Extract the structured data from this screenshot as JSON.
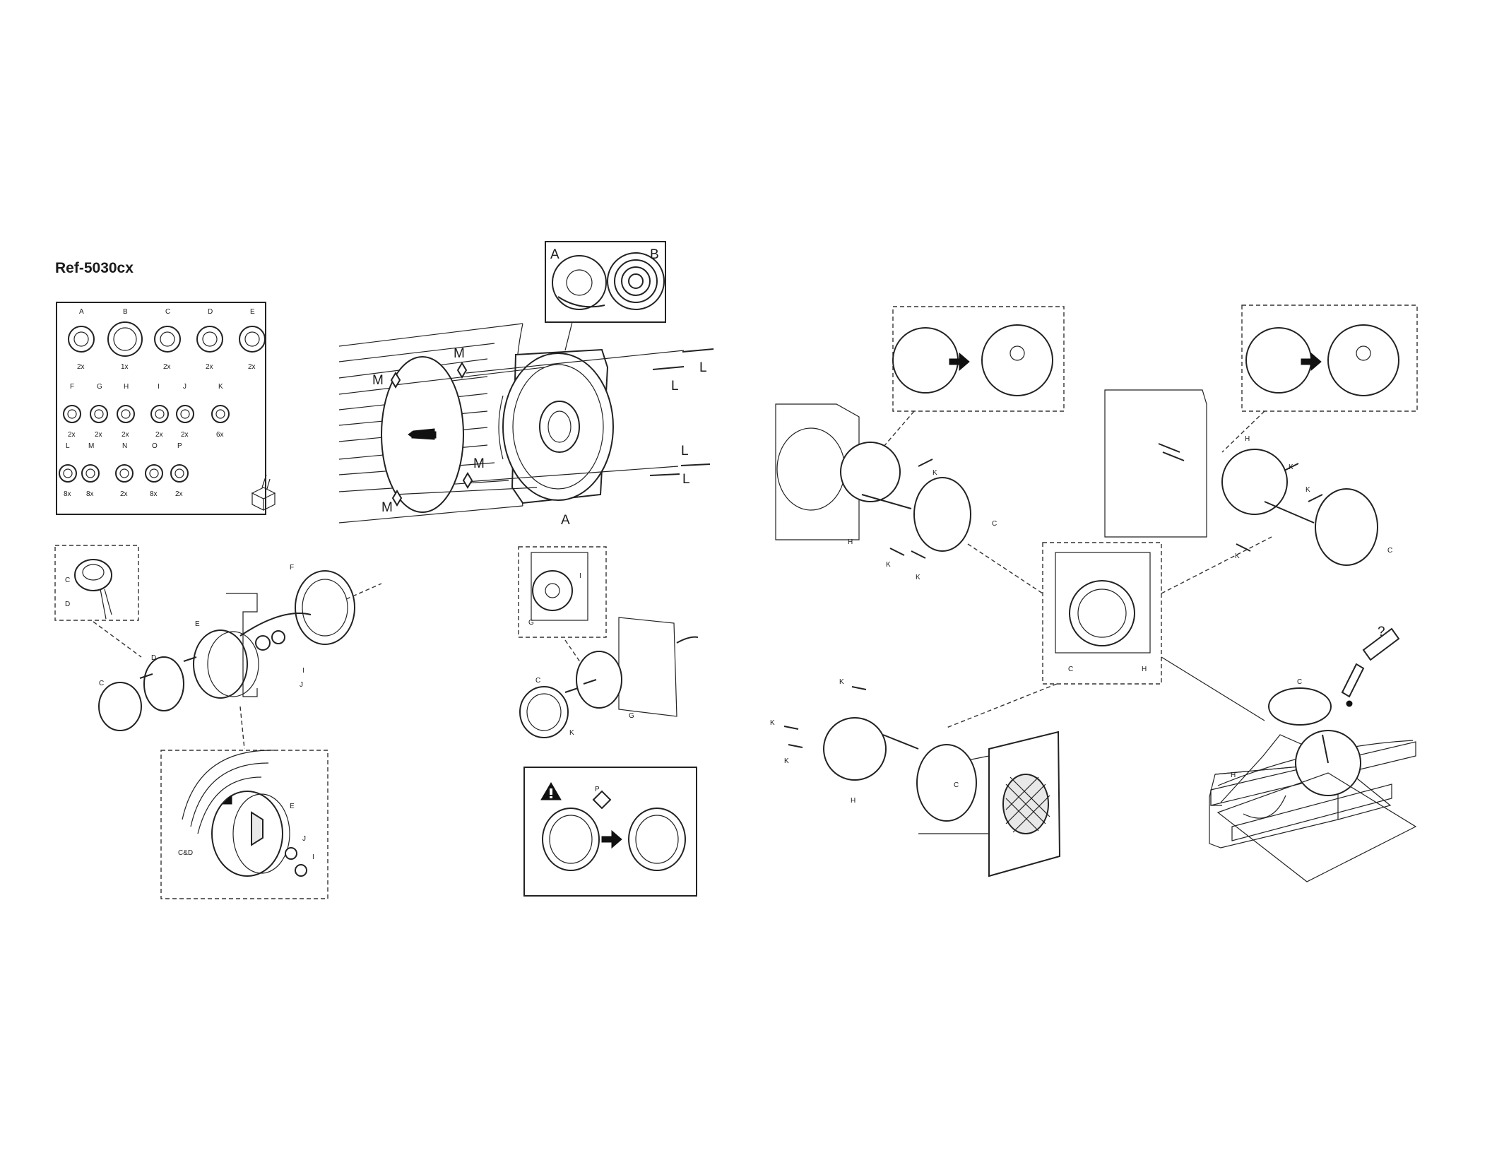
{
  "title": "Ref-5030cx",
  "parts": [
    {
      "letter": "A",
      "qty": "2x"
    },
    {
      "letter": "B",
      "qty": "1x"
    },
    {
      "letter": "C",
      "qty": "2x"
    },
    {
      "letter": "D",
      "qty": "2x"
    },
    {
      "letter": "E",
      "qty": "2x"
    },
    {
      "letter": "F",
      "qty": "2x"
    },
    {
      "letter": "G",
      "qty": "2x"
    },
    {
      "letter": "H",
      "qty": "2x"
    },
    {
      "letter": "I",
      "qty": "2x"
    },
    {
      "letter": "J",
      "qty": "2x"
    },
    {
      "letter": "K",
      "qty": "6x"
    },
    {
      "letter": "L",
      "qty": "8x"
    },
    {
      "letter": "M",
      "qty": "8x"
    },
    {
      "letter": "N",
      "qty": "2x"
    },
    {
      "letter": "O",
      "qty": "8x"
    },
    {
      "letter": "P",
      "qty": "2x"
    }
  ],
  "labels": {
    "A": "A",
    "B": "B",
    "C": "C",
    "D": "D",
    "E": "E",
    "F": "F",
    "G": "G",
    "H": "H",
    "I": "I",
    "J": "J",
    "K": "K",
    "L": "L",
    "M": "M",
    "P": "P",
    "CD": "C&D",
    "Q": "?"
  },
  "icons": [
    "warning-icon",
    "arrow-right-icon",
    "question-mark-icon"
  ]
}
